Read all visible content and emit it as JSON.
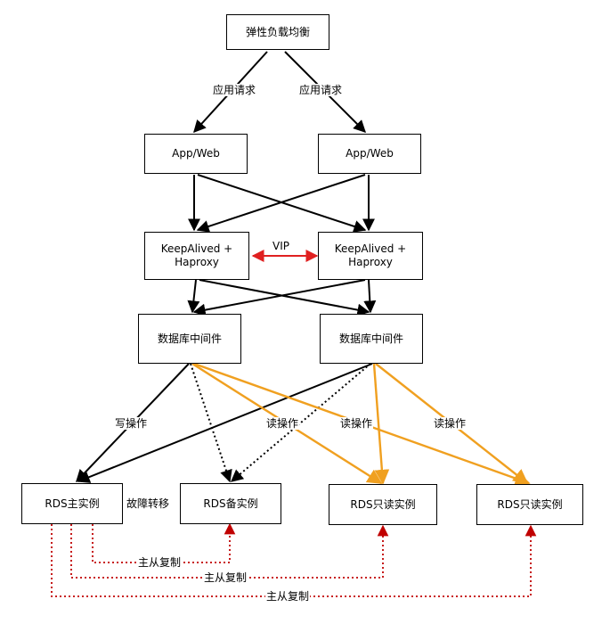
{
  "nodes": {
    "elb": "弹性负载均衡",
    "app_left": "App/Web",
    "app_right": "App/Web",
    "ka_left": "KeepAlived +\nHaproxy",
    "ka_right": "KeepAlived +\nHaproxy",
    "mw_left": "数据库中间件",
    "mw_right": "数据库中间件",
    "rds_master": "RDS主实例",
    "rds_standby": "RDS备实例",
    "rds_ro_1": "RDS只读实例",
    "rds_ro_2": "RDS只读实例"
  },
  "edge_labels": {
    "app_req_left": "应用请求",
    "app_req_right": "应用请求",
    "vip": "VIP",
    "write_op": "写操作",
    "read_op_1": "读操作",
    "read_op_2": "读操作",
    "read_op_3": "读操作",
    "failover": "故障转移",
    "repl_1": "主从复制",
    "repl_2": "主从复制",
    "repl_3": "主从复制"
  },
  "colors": {
    "line": "#000000",
    "vip": "#e02020",
    "read": "#f0a020",
    "replication": "#c00000"
  }
}
